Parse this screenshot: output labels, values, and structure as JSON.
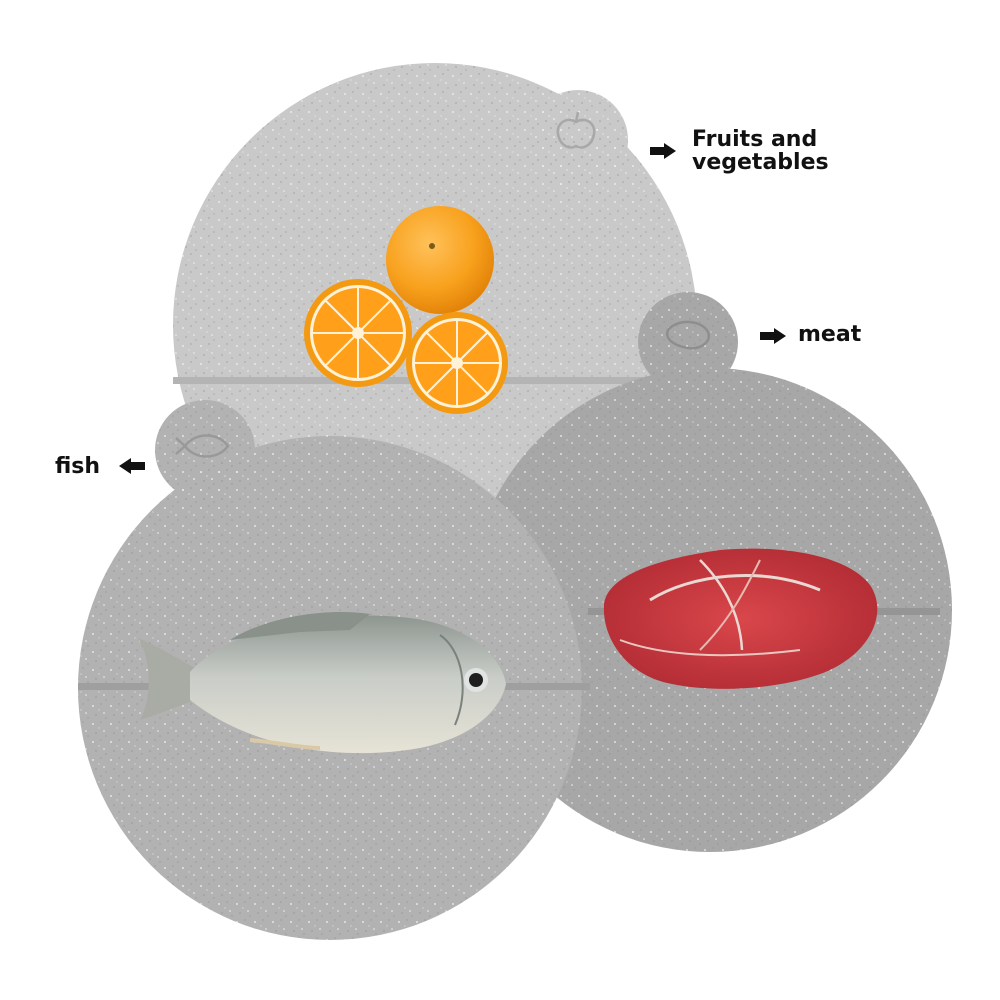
{
  "labels": {
    "fruits": {
      "line1": "Fruits and",
      "line2": "vegetables"
    },
    "meat": "meat",
    "fish": "fish"
  },
  "boards": [
    {
      "category": "fruits-and-vegetables",
      "tint": "light",
      "icon": "apple-icon"
    },
    {
      "category": "meat",
      "tint": "dark",
      "icon": "steak-icon"
    },
    {
      "category": "fish",
      "tint": "medium",
      "icon": "fish-icon"
    }
  ],
  "colors": {
    "board_light": "#c9c9c9",
    "board_medium": "#b2b2b2",
    "board_dark": "#a7a7a7",
    "speckle": "#ececec",
    "orange_rind": "#f39a12",
    "orange_flesh": "#ff9f1a",
    "orange_pith": "#fff2d6",
    "meat_red": "#c8383e",
    "meat_fat": "#ead8d2",
    "fish_silver": "#c5c9c4",
    "text": "#111111"
  }
}
